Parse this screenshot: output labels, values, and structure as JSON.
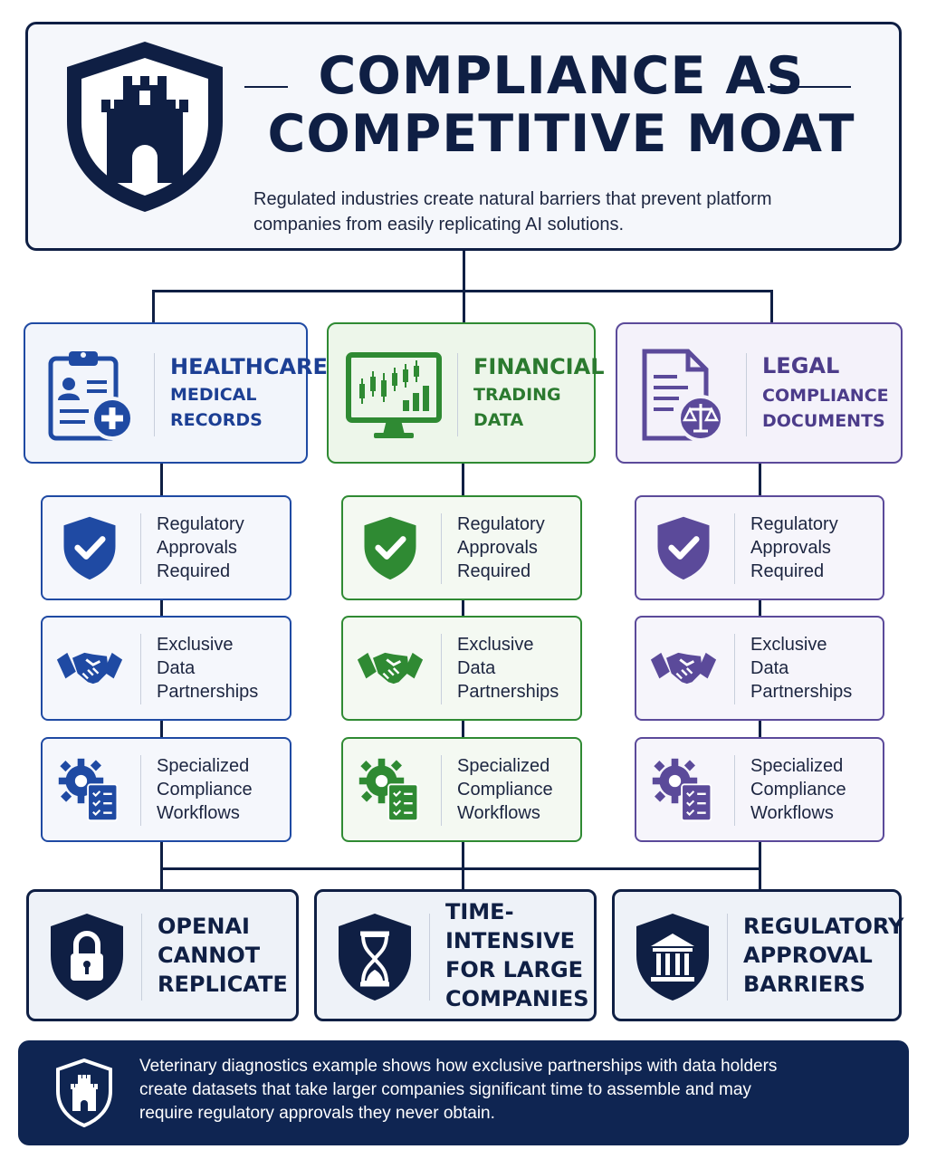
{
  "header": {
    "title_line1": "COMPLIANCE AS",
    "title_line2": "COMPETITIVE MOAT",
    "subtitle_line1": "Regulated industries create natural barriers that prevent platform",
    "subtitle_line2": "companies from easily replicating AI solutions."
  },
  "categories": [
    {
      "title": "HEALTHCARE",
      "subtitle": "MEDICAL RECORDS",
      "icon": "clipboard-medical-icon",
      "color": "#1f4aa3"
    },
    {
      "title": "FINANCIAL",
      "subtitle": "TRADING DATA",
      "icon": "trading-monitor-icon",
      "color": "#2f8a33"
    },
    {
      "title": "LEGAL",
      "subtitle_line1": "COMPLIANCE",
      "subtitle_line2": "DOCUMENTS",
      "icon": "legal-document-scales-icon",
      "color": "#5b4a9a"
    }
  ],
  "items": {
    "regulatory": {
      "line1": "Regulatory",
      "line2": "Approvals",
      "line3": "Required",
      "icon": "shield-check-icon"
    },
    "partnerships": {
      "line1": "Exclusive",
      "line2": "Data",
      "line3": "Partnerships",
      "icon": "handshake-icon"
    },
    "workflows": {
      "line1": "Specialized",
      "line2": "Compliance",
      "line3": "Workflows",
      "icon": "gear-checklist-icon"
    }
  },
  "results": [
    {
      "line1": "OPENAI",
      "line2": "CANNOT",
      "line3": "REPLICATE",
      "icon": "shield-lock-icon"
    },
    {
      "line1": "TIME-INTENSIVE",
      "line2": "FOR LARGE",
      "line3": "COMPANIES",
      "icon": "shield-hourglass-icon"
    },
    {
      "line1": "REGULATORY",
      "line2": "APPROVAL",
      "line3": "BARRIERS",
      "icon": "shield-institution-icon"
    }
  ],
  "footer": {
    "line1": "Veterinary diagnostics example shows how exclusive partnerships with data holders",
    "line2": "create datasets that take larger companies significant time to assemble and may",
    "line3": "require regulatory approvals they never obtain.",
    "icon": "shield-castle-icon"
  },
  "colors": {
    "navy": "#0f1f44",
    "blue": "#1f4aa3",
    "green": "#2f8a33",
    "purple": "#5b4a9a",
    "footer_bg": "#0f2552"
  }
}
